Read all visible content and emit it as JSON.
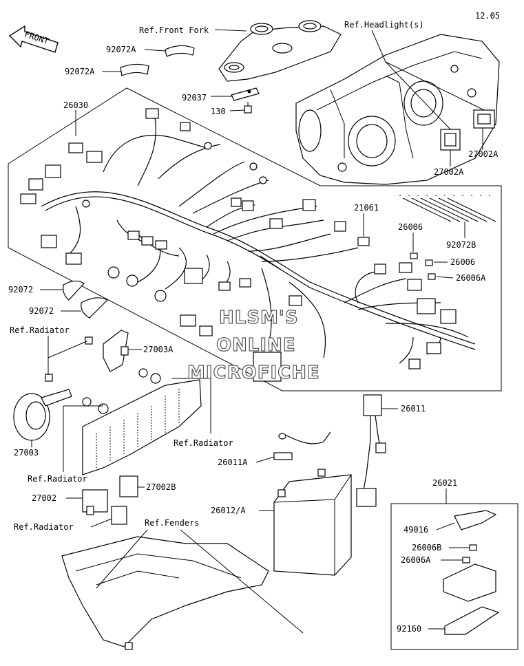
{
  "diagram": {
    "header_fragment": "12.05",
    "front_arrow_text": "FRONT",
    "watermark": [
      "HLSM'S",
      "ONLINE",
      "MICROFICHE"
    ],
    "labels": {
      "ref_front_fork": "Ref.Front Fork",
      "ref_headlight": "Ref.Headlight(s)",
      "p92072A_1": "92072A",
      "p92072A_2": "92072A",
      "p92037": "92037",
      "p130": "130",
      "p26030": "26030",
      "p27002A_1": "27002A",
      "p27002A_2": "27002A",
      "p21061": "21061",
      "p26006_1": "26006",
      "p26006_2": "26006",
      "p92072B": "92072B",
      "p26006A": "26006A",
      "p92072_1": "92072",
      "p92072_2": "92072",
      "ref_radiator_1": "Ref.Radiator",
      "p27003A": "27003A",
      "p27003": "27003",
      "ref_radiator_2": "Ref.Radiator",
      "p26011": "26011",
      "p26011A": "26011A",
      "ref_radiator_3": "Ref.Radiator",
      "p27002": "27002",
      "p27002B": "27002B",
      "ref_radiator_4": "Ref.Radiator",
      "ref_fenders": "Ref.Fenders",
      "p26012A": "26012/A",
      "p26021": "26021",
      "p49016": "49016",
      "p26006B": "26006B",
      "p26006A_2": "26006A",
      "p92160": "92160"
    }
  }
}
